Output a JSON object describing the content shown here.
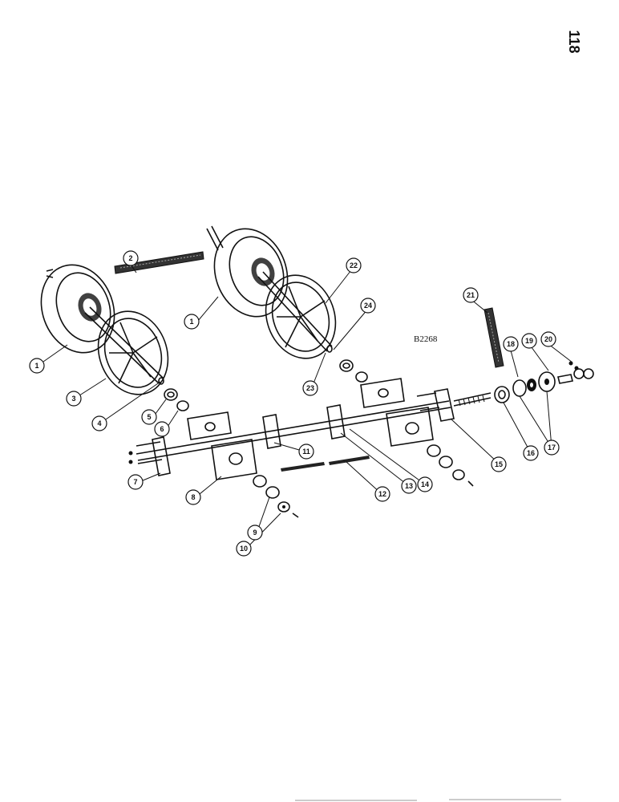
{
  "page_number": "118",
  "figure_code": "B2268",
  "callouts": [
    {
      "id": "c1a",
      "label": "1"
    },
    {
      "id": "c1b",
      "label": "1"
    },
    {
      "id": "c2",
      "label": "2"
    },
    {
      "id": "c3",
      "label": "3"
    },
    {
      "id": "c4",
      "label": "4"
    },
    {
      "id": "c5",
      "label": "5"
    },
    {
      "id": "c6",
      "label": "6"
    },
    {
      "id": "c7",
      "label": "7"
    },
    {
      "id": "c8",
      "label": "8"
    },
    {
      "id": "c9",
      "label": "9"
    },
    {
      "id": "c10",
      "label": "10"
    },
    {
      "id": "c11",
      "label": "11"
    },
    {
      "id": "c12",
      "label": "12"
    },
    {
      "id": "c13",
      "label": "13"
    },
    {
      "id": "c14",
      "label": "14"
    },
    {
      "id": "c15",
      "label": "15"
    },
    {
      "id": "c16a",
      "label": "16"
    },
    {
      "id": "c16b",
      "label": "16"
    },
    {
      "id": "c17",
      "label": "17"
    },
    {
      "id": "c18",
      "label": "18"
    },
    {
      "id": "c19",
      "label": "19"
    },
    {
      "id": "c20",
      "label": "20"
    },
    {
      "id": "c21",
      "label": "21"
    },
    {
      "id": "c22",
      "label": "22"
    },
    {
      "id": "c23",
      "label": "23"
    },
    {
      "id": "c24",
      "label": "24"
    }
  ]
}
